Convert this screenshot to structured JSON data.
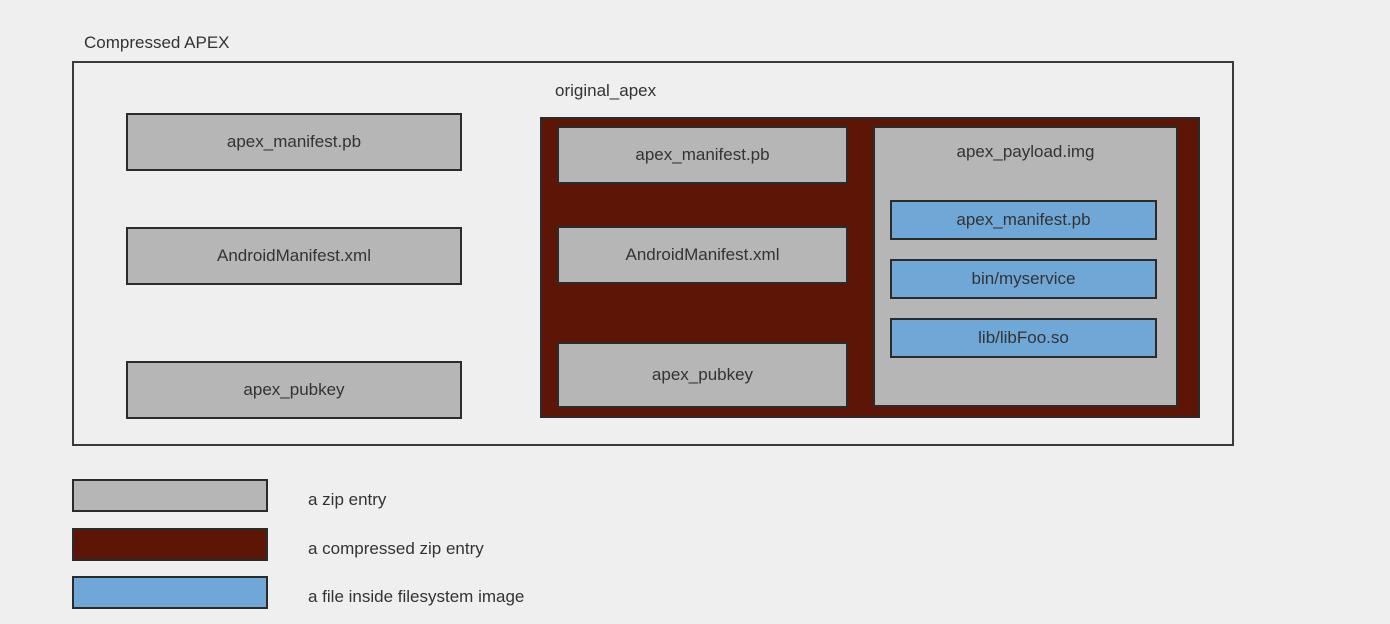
{
  "diagram": {
    "title": "Compressed APEX",
    "background_color": "#efefef",
    "outer_container": {
      "label": "Compressed APEX",
      "entries": [
        {
          "label": "apex_manifest.pb",
          "kind": "zip-entry"
        },
        {
          "label": "AndroidManifest.xml",
          "kind": "zip-entry"
        },
        {
          "label": "apex_pubkey",
          "kind": "zip-entry"
        }
      ]
    },
    "compressed_container": {
      "label": "original_apex",
      "kind": "compressed-zip-entry",
      "entries": [
        {
          "label": "apex_manifest.pb",
          "kind": "zip-entry"
        },
        {
          "label": "AndroidManifest.xml",
          "kind": "zip-entry"
        },
        {
          "label": "apex_pubkey",
          "kind": "zip-entry"
        }
      ],
      "payload": {
        "label": "apex_payload.img",
        "kind": "zip-entry",
        "files": [
          {
            "label": "apex_manifest.pb",
            "kind": "filesystem-file"
          },
          {
            "label": "bin/myservice",
            "kind": "filesystem-file"
          },
          {
            "label": "lib/libFoo.so",
            "kind": "filesystem-file"
          }
        ]
      }
    },
    "legend": [
      {
        "label": "a zip entry",
        "color": "#b6b6b6"
      },
      {
        "label": "a compressed zip entry",
        "color": "#5d1606"
      },
      {
        "label": "a file inside filesystem image",
        "color": "#6fa8d6"
      }
    ]
  }
}
